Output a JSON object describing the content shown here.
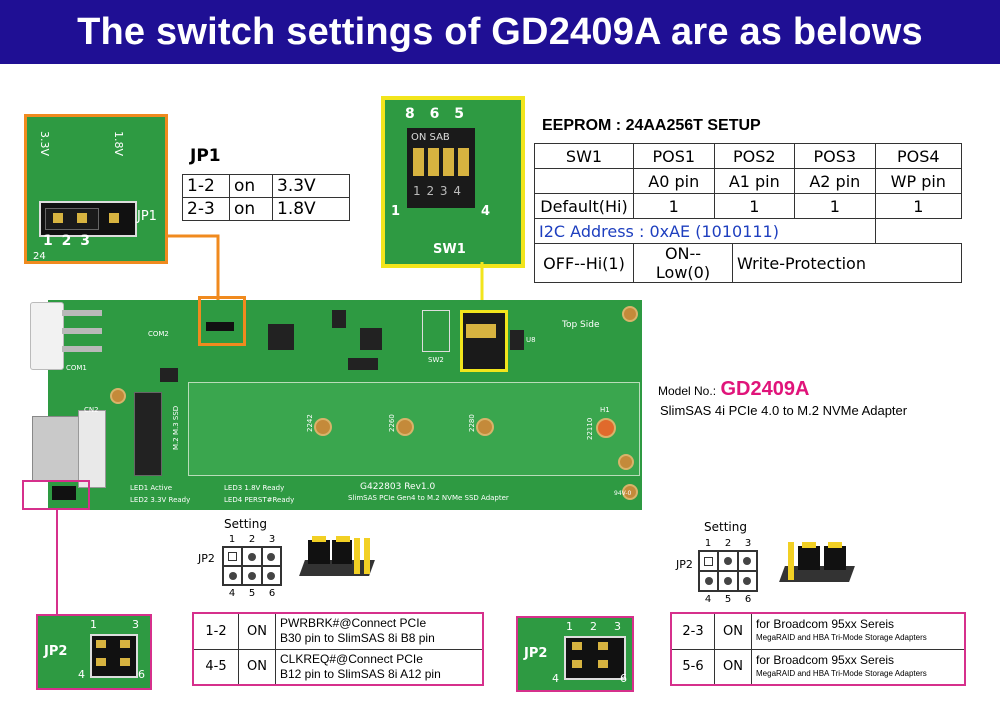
{
  "title": "The switch settings of GD2409A are as belows",
  "jp1": {
    "heading": "JP1",
    "rows": [
      [
        "1-2",
        "on",
        "3.3V"
      ],
      [
        "2-3",
        "on",
        "1.8V"
      ]
    ],
    "photo_labels": {
      "v33": "3.3V",
      "v18": "1.8V",
      "pins": "1 2 3",
      "name": "JP1",
      "corner": "24"
    }
  },
  "sw1_photo": {
    "top_nums": "8 6 5",
    "on_text": "ON SAB",
    "bottom_nums": "1 2 3 4",
    "left_num": "1",
    "right_num": "4",
    "label": "SW1"
  },
  "eeprom": {
    "heading": "EEPROM : 24AA256T SETUP",
    "header": [
      "SW1",
      "POS1",
      "POS2",
      "POS3",
      "POS4"
    ],
    "pins": [
      "A0 pin",
      "A1 pin",
      "A2 pin",
      "WP pin"
    ],
    "default_label": "Default(Hi)",
    "defaults": [
      "1",
      "1",
      "1",
      "1"
    ],
    "i2c": "I2C Address : 0xAE (1010111)",
    "legend": [
      "OFF--Hi(1)",
      "ON--Low(0)",
      "Write-Protection"
    ]
  },
  "model": {
    "prefix": "Model No.:",
    "number": "GD2409A",
    "desc": "SlimSAS 4i PCIe 4.0 to M.2 NVMe Adapter"
  },
  "board": {
    "top_side": "Top Side",
    "rev": "G422803 Rev1.0",
    "desc": "SlimSAS PCIe Gen4 to M.2 NVMe SSD Adapter",
    "m2_label": "M.2 M.3 SSD",
    "mounts": [
      "2242",
      "2260",
      "2280",
      "22110"
    ],
    "leds": [
      "LED1 Active",
      "LED3 1.8V Ready",
      "LED2 3.3V Ready",
      "LED4 PERST#Ready"
    ],
    "jp2": "JP2",
    "h1": "H1",
    "cn2": "CN2",
    "com1": "COM1",
    "com2": "COM2",
    "sw2": "SW2",
    "u8": "U8",
    "misc": "94V-0"
  },
  "left_setting": {
    "heading": "Setting",
    "top_pins": [
      "1",
      "2",
      "3"
    ],
    "bottom_pins": [
      "4",
      "5",
      "6"
    ],
    "jp": "JP2",
    "rows": [
      {
        "pins": "1-2",
        "state": "ON",
        "line1": "PWRBRK#@Connect PCIe",
        "line2": "B30 pin to SlimSAS 8i B8 pin"
      },
      {
        "pins": "4-5",
        "state": "ON",
        "line1": "CLKREQ#@Connect PCIe",
        "line2": "B12 pin to SlimSAS 8i A12 pin"
      }
    ],
    "photo": {
      "name": "JP2",
      "n1": "1",
      "n3": "3",
      "n4": "4",
      "n6": "6"
    }
  },
  "right_setting": {
    "heading": "Setting",
    "top_pins": [
      "1",
      "2",
      "3"
    ],
    "bottom_pins": [
      "4",
      "5",
      "6"
    ],
    "jp": "JP2",
    "rows": [
      {
        "pins": "2-3",
        "state": "ON",
        "line1": "for Broadcom 95xx Sereis",
        "line2": "MegaRAID and HBA Tri-Mode Storage Adapters"
      },
      {
        "pins": "5-6",
        "state": "ON",
        "line1": "for Broadcom 95xx Sereis",
        "line2": "MegaRAID and HBA Tri-Mode Storage Adapters"
      }
    ],
    "photo": {
      "name": "JP2",
      "n1": "1",
      "n2": "2",
      "n3": "3",
      "n4": "4",
      "n6": "6"
    }
  },
  "colors": {
    "banner": "#1f0f94",
    "pcb": "#2e9a42",
    "orange": "#f08a1e",
    "yellow": "#f2e51c",
    "pink": "#d6308c",
    "model": "#e0147a",
    "i2c": "#1e3fbf"
  }
}
